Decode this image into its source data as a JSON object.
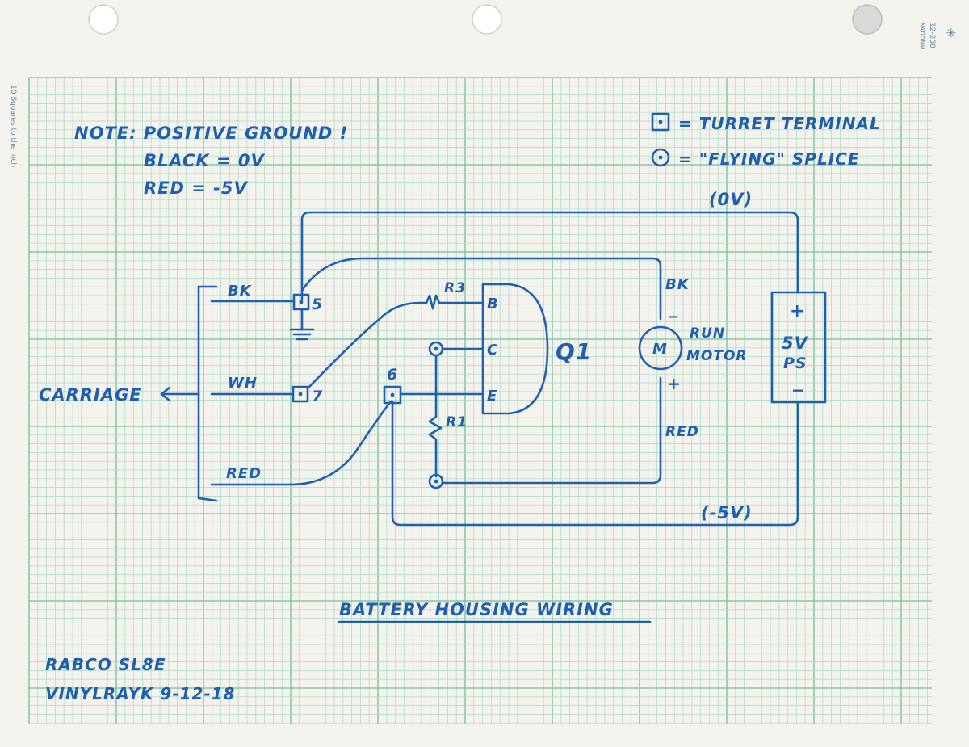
{
  "colors": {
    "paper": "#f4f2ec",
    "grid_minor": "#a9d8c4",
    "grid_major": "#6fbf9c",
    "ink": "#1f5fae",
    "margin_text": "#5e8aa0"
  },
  "margin": {
    "vertical_text": "10 Squares to the Inch",
    "brand": "NATIONAL",
    "code": "12-280"
  },
  "notes": {
    "line1": "NOTE: POSITIVE GROUND !",
    "line2": "BLACK = 0V",
    "line3": "RED = -5V"
  },
  "legend": {
    "turret": "= TURRET TERMINAL",
    "splice": "= \"FLYING\" SPLICE"
  },
  "labels": {
    "ov": "(0V)",
    "minus5v": "(-5V)",
    "bk_left": "BK",
    "wh": "WH",
    "red_left": "RED",
    "carriage": "CARRIAGE",
    "carriage_arrow": "←",
    "term5": "5",
    "term7": "7",
    "term6": "6",
    "r3": "R3",
    "r1": "R1",
    "base": "B",
    "collector": "C",
    "emitter": "E",
    "q1": "Q1",
    "motor_symbol": "M",
    "motor_line1": "RUN",
    "motor_line2": "MOTOR",
    "bk_motor": "BK",
    "red_motor": "RED",
    "motor_minus": "−",
    "motor_plus": "+",
    "ps_plus": "+",
    "ps_line1": "5V",
    "ps_line2": "PS",
    "ps_minus": "−"
  },
  "footer": {
    "title": "BATTERY HOUSING WIRING",
    "model": "RABCO SL8E",
    "author_date": "VINYLRAYK 9-12-18"
  }
}
